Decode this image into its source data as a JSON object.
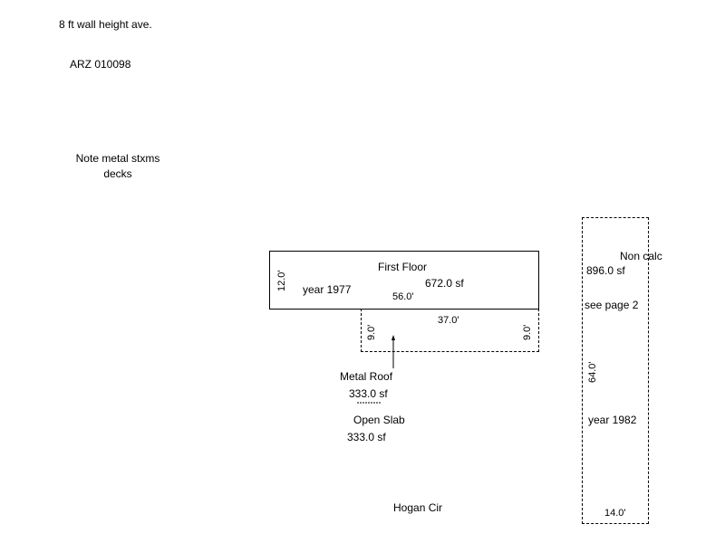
{
  "notes": {
    "wall_height": "8 ft wall height ave.",
    "parcel_id": "ARZ 010098",
    "note_line1": "Note metal stxms",
    "note_line2": "decks"
  },
  "first_floor": {
    "title": "First Floor",
    "area": "672.0 sf",
    "year": "year 1977",
    "width": "56.0'",
    "depth": "12.0'"
  },
  "metal_roof": {
    "label": "Metal Roof",
    "area": "333.0 sf",
    "width": "37.0'",
    "depth_left": "9.0'",
    "depth_right": "9.0'"
  },
  "open_slab": {
    "label": "Open Slab",
    "area": "333.0 sf"
  },
  "non_calc": {
    "label": "Non calc",
    "area": "896.0 sf",
    "see_page": "see page 2",
    "length": "64.0'",
    "year": "year 1982",
    "width": "14.0'"
  },
  "street": {
    "name": "Hogan Cir"
  }
}
